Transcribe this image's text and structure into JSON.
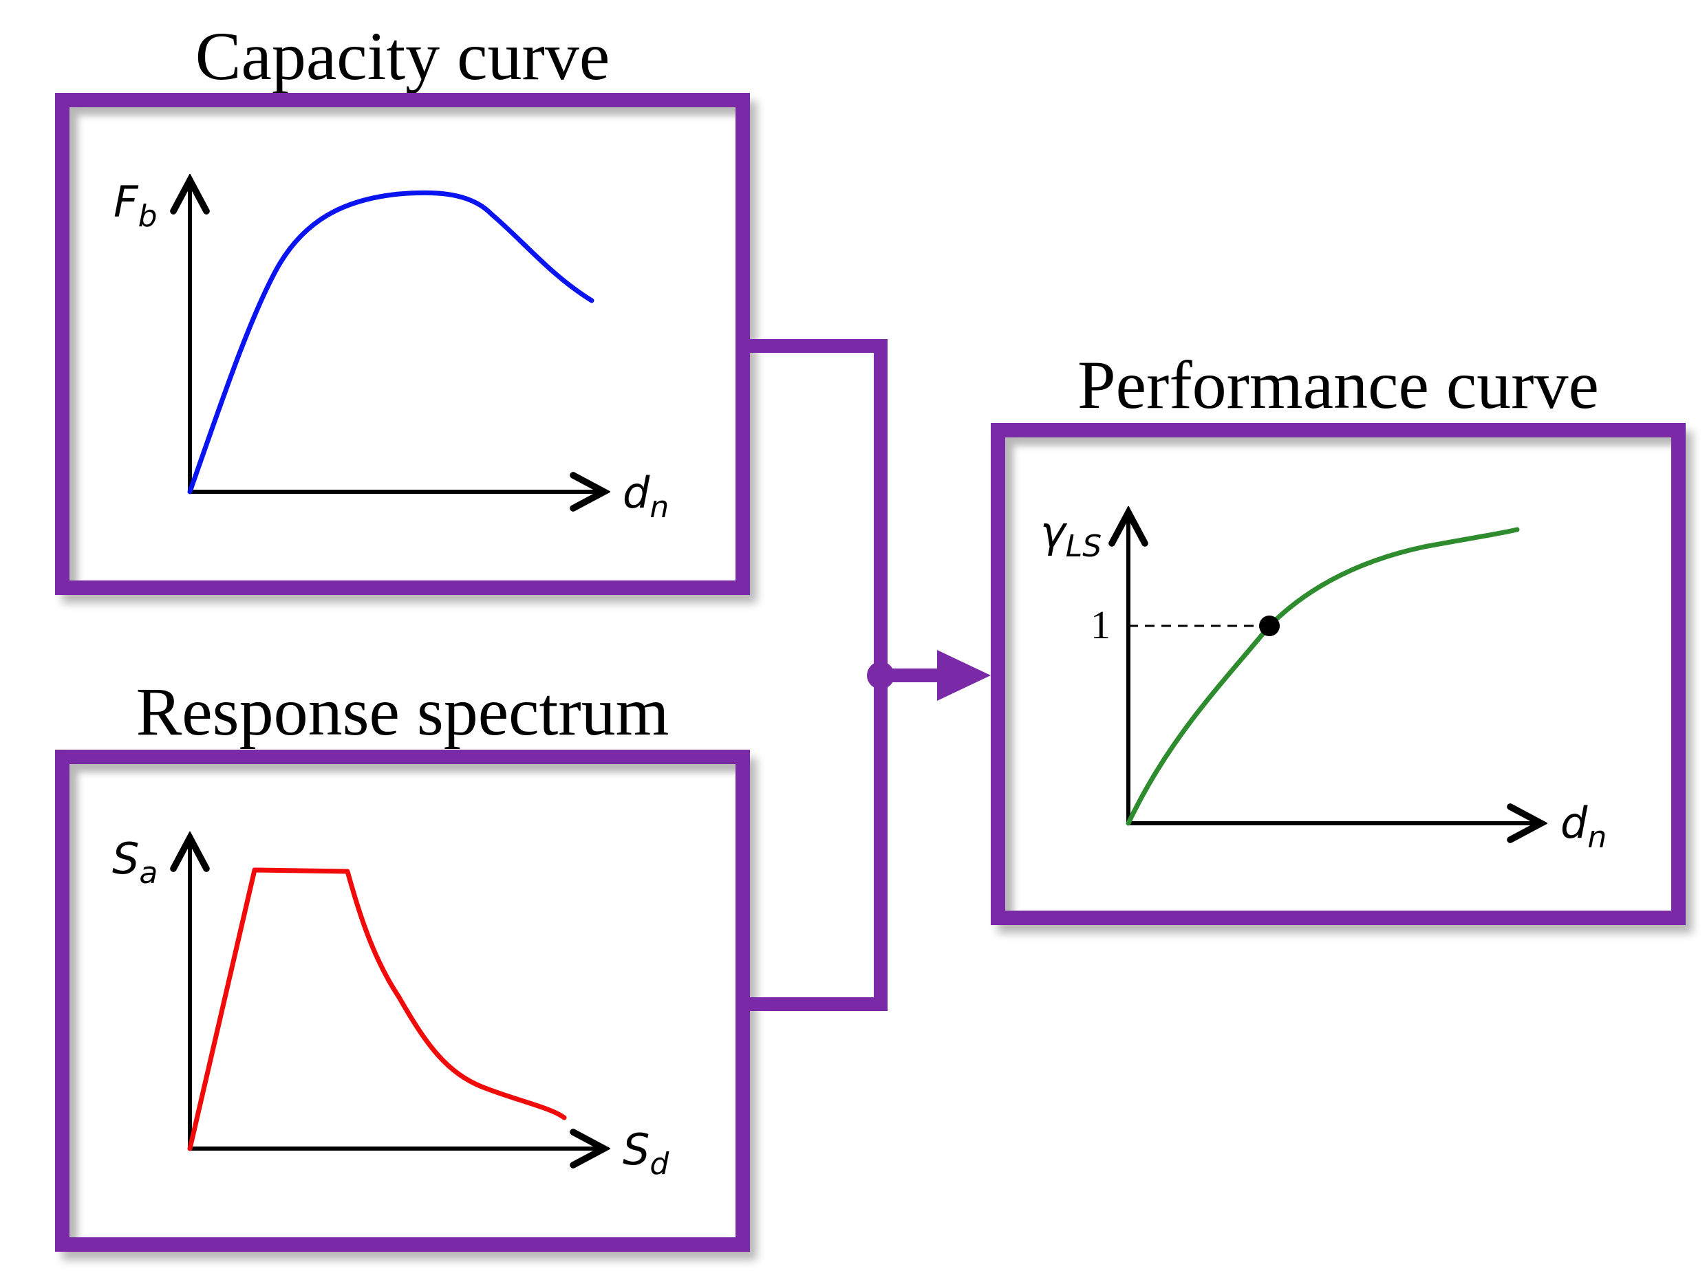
{
  "colors": {
    "frame": "#7a2aa6",
    "capacity_curve": "#0a14f0",
    "response_curve": "#f00a0a",
    "performance_curve": "#2e8b2e"
  },
  "capacity": {
    "title": "Capacity curve",
    "y_axis": {
      "symbol": "F",
      "subscript": "b"
    },
    "x_axis": {
      "symbol": "d",
      "subscript": "n"
    }
  },
  "response": {
    "title": "Response spectrum",
    "y_axis": {
      "symbol": "S",
      "subscript": "a"
    },
    "x_axis": {
      "symbol": "S",
      "subscript": "d"
    }
  },
  "performance": {
    "title": "Performance curve",
    "y_axis": {
      "symbol": "γ",
      "subscript": "LS"
    },
    "x_axis": {
      "symbol": "d",
      "subscript": "n"
    },
    "threshold_tick": "1"
  }
}
